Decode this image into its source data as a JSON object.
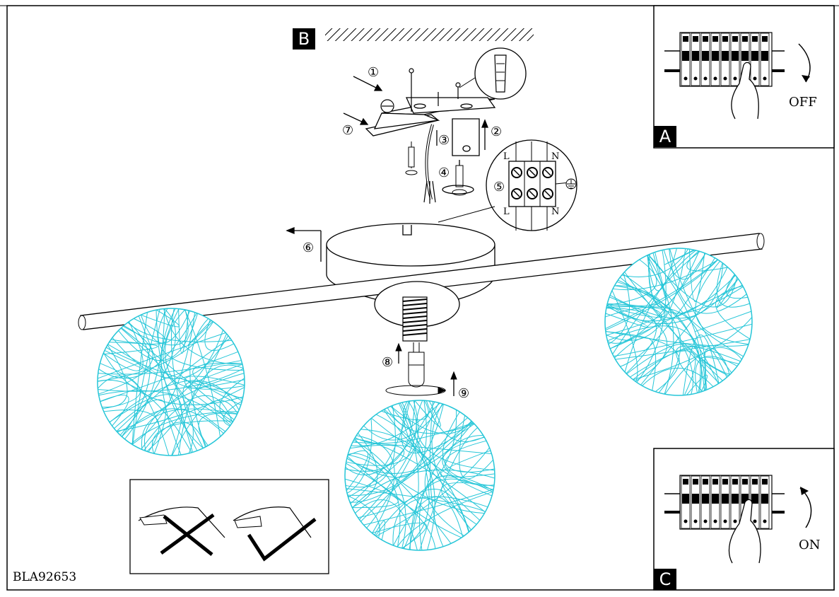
{
  "sheet": {
    "code": "BLA92653"
  },
  "panel_a": {
    "letter": "A",
    "switch_label": "OFF"
  },
  "panel_b": {
    "letter": "B"
  },
  "panel_c": {
    "letter": "C",
    "switch_label": "ON"
  },
  "steps": [
    "①",
    "②",
    "③",
    "④",
    "⑤",
    "⑥",
    "⑦",
    "⑧",
    "⑨"
  ],
  "terminal": {
    "top_labels": [
      "L",
      "N"
    ],
    "bottom_labels": [
      "L",
      "N"
    ],
    "ground_icon": "earth-ground-icon"
  },
  "handling": {
    "wrong_icon": "cross-mark-icon",
    "right_icon": "check-mark-icon"
  },
  "colors": {
    "line": "#000000",
    "shade": "#26c6d8"
  }
}
